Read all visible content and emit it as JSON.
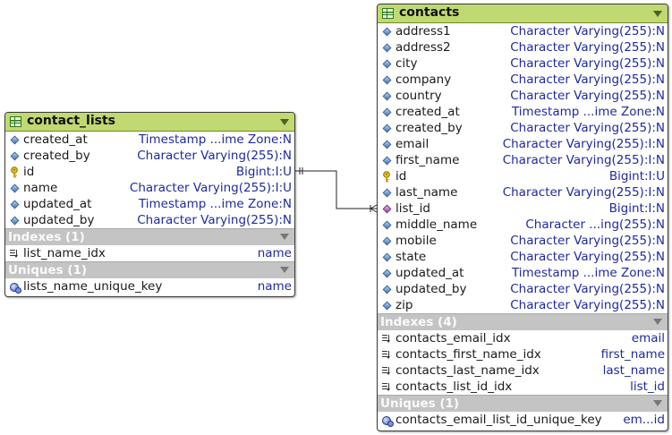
{
  "tables": {
    "contact_lists": {
      "name": "contact_lists",
      "columns": [
        {
          "name": "created_at",
          "type": "Timestamp ...ime Zone:N",
          "kind": "column"
        },
        {
          "name": "created_by",
          "type": "Character Varying(255):N",
          "kind": "column"
        },
        {
          "name": "id",
          "type": "Bigint:I:U",
          "kind": "pk"
        },
        {
          "name": "name",
          "type": "Character Varying(255):I:U",
          "kind": "column"
        },
        {
          "name": "updated_at",
          "type": "Timestamp ...ime Zone:N",
          "kind": "column"
        },
        {
          "name": "updated_by",
          "type": "Character Varying(255):N",
          "kind": "column"
        }
      ],
      "indexes_label": "Indexes (1)",
      "indexes": [
        {
          "name": "list_name_idx",
          "cols": "name"
        }
      ],
      "uniques_label": "Uniques (1)",
      "uniques": [
        {
          "name": "lists_name_unique_key",
          "cols": "name"
        }
      ]
    },
    "contacts": {
      "name": "contacts",
      "columns": [
        {
          "name": "address1",
          "type": "Character Varying(255):N",
          "kind": "column"
        },
        {
          "name": "address2",
          "type": "Character Varying(255):N",
          "kind": "column"
        },
        {
          "name": "city",
          "type": "Character Varying(255):N",
          "kind": "column"
        },
        {
          "name": "company",
          "type": "Character Varying(255):N",
          "kind": "column"
        },
        {
          "name": "country",
          "type": "Character Varying(255):N",
          "kind": "column"
        },
        {
          "name": "created_at",
          "type": "Timestamp ...ime Zone:N",
          "kind": "column"
        },
        {
          "name": "created_by",
          "type": "Character Varying(255):N",
          "kind": "column"
        },
        {
          "name": "email",
          "type": "Character Varying(255):I:N",
          "kind": "column"
        },
        {
          "name": "first_name",
          "type": "Character Varying(255):I:N",
          "kind": "column"
        },
        {
          "name": "id",
          "type": "Bigint:I:U",
          "kind": "pk"
        },
        {
          "name": "last_name",
          "type": "Character Varying(255):I:N",
          "kind": "column"
        },
        {
          "name": "list_id",
          "type": "Bigint:I:N",
          "kind": "fk"
        },
        {
          "name": "middle_name",
          "type": "Character ...ing(255):N",
          "kind": "column"
        },
        {
          "name": "mobile",
          "type": "Character Varying(255):N",
          "kind": "column"
        },
        {
          "name": "state",
          "type": "Character Varying(255):N",
          "kind": "column"
        },
        {
          "name": "updated_at",
          "type": "Timestamp ...ime Zone:N",
          "kind": "column"
        },
        {
          "name": "updated_by",
          "type": "Character Varying(255):N",
          "kind": "column"
        },
        {
          "name": "zip",
          "type": "Character Varying(255):N",
          "kind": "column"
        }
      ],
      "indexes_label": "Indexes (4)",
      "indexes": [
        {
          "name": "contacts_email_idx",
          "cols": "email"
        },
        {
          "name": "contacts_first_name_idx",
          "cols": "first_name"
        },
        {
          "name": "contacts_last_name_idx",
          "cols": "last_name"
        },
        {
          "name": "contacts_list_id_idx",
          "cols": "list_id"
        }
      ],
      "uniques_label": "Uniques (1)",
      "uniques": [
        {
          "name": "contacts_email_list_id_unique_key",
          "cols": "em...id"
        }
      ]
    }
  },
  "relationship": {
    "from": "contacts.list_id",
    "to": "contact_lists.id"
  },
  "colors": {
    "header": "#c0d971",
    "type_text": "#1f2a9e",
    "section": "#c4c4c4"
  }
}
